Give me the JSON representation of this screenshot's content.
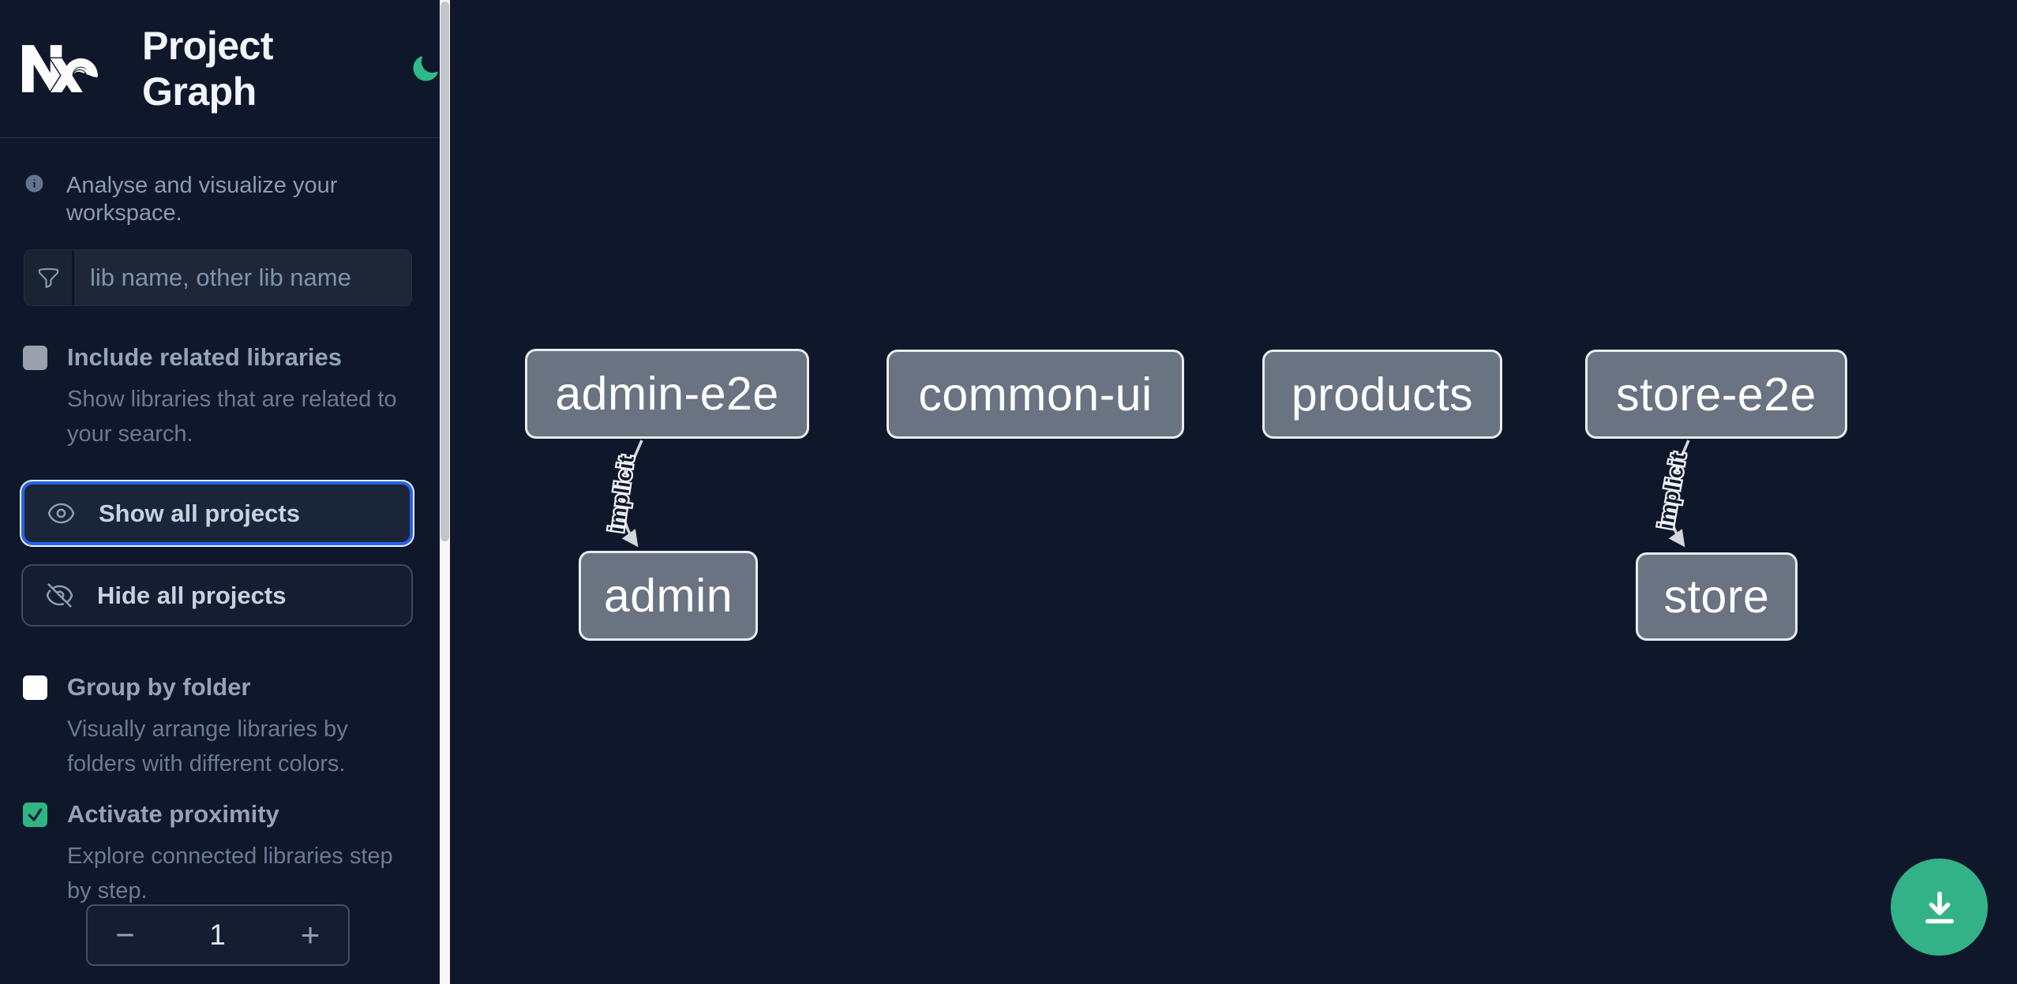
{
  "header": {
    "title": "Project Graph",
    "logo": "nx-logo",
    "theme_icon": "moon-icon"
  },
  "sidebar": {
    "intro": "Analyse and visualize your workspace.",
    "search": {
      "placeholder": "lib name, other lib name",
      "value": ""
    },
    "include_related": {
      "label": "Include related libraries",
      "description": "Show libraries that are related to\nyour search.",
      "checked": false
    },
    "show_all_label": "Show all projects",
    "hide_all_label": "Hide all projects",
    "group_by_folder": {
      "label": "Group by folder",
      "description": "Visually arrange libraries by\nfolders with different colors.",
      "checked": false
    },
    "activate_proximity": {
      "label": "Activate proximity",
      "description": "Explore connected libraries step\nby step.",
      "checked": true
    },
    "proximity_stepper": {
      "decrement": "−",
      "value": "1",
      "increment": "+"
    }
  },
  "graph": {
    "nodes": [
      {
        "label": "admin-e2e"
      },
      {
        "label": "common-ui"
      },
      {
        "label": "products"
      },
      {
        "label": "store-e2e"
      },
      {
        "label": "admin"
      },
      {
        "label": "store"
      }
    ],
    "edges": [
      {
        "source": "admin-e2e",
        "target": "admin",
        "label": "implicit"
      },
      {
        "source": "store-e2e",
        "target": "store",
        "label": "implicit"
      }
    ]
  },
  "fab": {
    "icon": "download-icon"
  },
  "colors": {
    "background": "#0f172a",
    "accent_green": "#2fb583",
    "focus_blue": "#2563eb",
    "node_fill": "#6a7382",
    "node_border": "#e8ebef"
  }
}
